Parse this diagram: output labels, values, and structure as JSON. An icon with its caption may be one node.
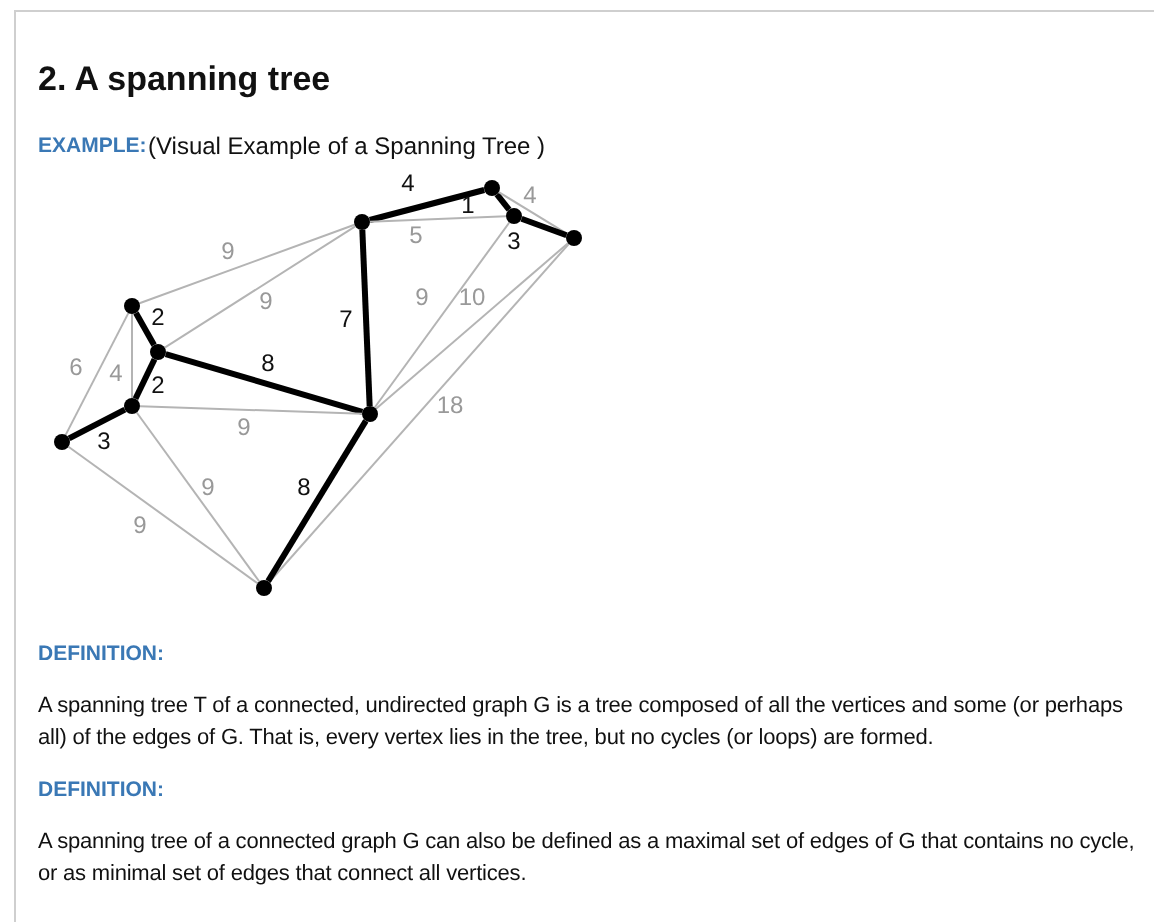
{
  "diagram": {
    "title": "2. A spanning tree",
    "nodes": [
      {
        "text": [],
        "shape": "circle"
      },
      {
        "text": [],
        "shape": "circle"
      },
      {
        "text": [],
        "shape": "circle"
      },
      {
        "text": [],
        "shape": "circle"
      },
      {
        "text": [],
        "shape": "circle"
      },
      {
        "text": [],
        "shape": "circle"
      },
      {
        "text": [],
        "shape": "circle"
      },
      {
        "text": [],
        "shape": "circle"
      },
      {
        "text": [],
        "shape": "circle"
      },
      {
        "text": [],
        "shape": "circle"
      }
    ],
    "edges": [
      {
        "from": 2,
        "to": 0,
        "arrow": "none",
        "label": "4",
        "style": "thick",
        "color": "#000000"
      },
      {
        "from": 0,
        "to": 1,
        "arrow": "none",
        "label": "1",
        "style": "thick",
        "color": "#000000"
      },
      {
        "from": 0,
        "to": 3,
        "arrow": "none",
        "label": "4"
      },
      {
        "from": 2,
        "to": 1,
        "arrow": "none",
        "label": "5"
      },
      {
        "from": 1,
        "to": 3,
        "arrow": "none",
        "label": "3",
        "style": "thick",
        "color": "#000000"
      },
      {
        "from": 4,
        "to": 2,
        "arrow": "none",
        "label": "9"
      },
      {
        "from": 5,
        "to": 2,
        "arrow": "none",
        "label": "9"
      },
      {
        "from": 2,
        "to": 7,
        "arrow": "none",
        "label": "7",
        "style": "thick",
        "color": "#000000"
      },
      {
        "from": 7,
        "to": 1,
        "arrow": "none",
        "label": "9"
      },
      {
        "from": 7,
        "to": 3,
        "arrow": "none",
        "label": "10"
      },
      {
        "from": 4,
        "to": 5,
        "arrow": "none",
        "label": "2",
        "style": "thick",
        "color": "#000000"
      },
      {
        "from": 4,
        "to": 8,
        "arrow": "none",
        "label": "6"
      },
      {
        "from": 4,
        "to": 6,
        "arrow": "none",
        "label": "4"
      },
      {
        "from": 5,
        "to": 7,
        "arrow": "none",
        "label": "8",
        "style": "thick",
        "color": "#000000"
      },
      {
        "from": 5,
        "to": 6,
        "arrow": "none",
        "label": "2",
        "style": "thick",
        "color": "#000000"
      },
      {
        "from": 6,
        "to": 8,
        "arrow": "none",
        "label": "3",
        "style": "thick",
        "color": "#000000"
      },
      {
        "from": 6,
        "to": 7,
        "arrow": "none",
        "label": "9"
      },
      {
        "from": 9,
        "to": 3,
        "arrow": "none",
        "label": "18"
      },
      {
        "from": 7,
        "to": 9,
        "arrow": "none",
        "label": "8",
        "style": "thick",
        "color": "#000000"
      },
      {
        "from": 6,
        "to": 9,
        "arrow": "none",
        "label": "9"
      },
      {
        "from": 8,
        "to": 9,
        "arrow": "none",
        "label": "9"
      }
    ],
    "labels": [
      "EXAMPLE:",
      "(Visual Example of a Spanning Tree )",
      "DEFINITION:",
      "A spanning tree T of a connected, undirected graph G is a tree composed of all the vertices and some (or perhaps all) of the edges of G. That is, every vertex lies in the tree, but no cycles (or loops) are formed.",
      "DEFINITION:",
      "A spanning tree of a connected graph G can also be defined as a maximal set of edges of G that contains no cycle, or as minimal set of edges that connect all vertices."
    ]
  }
}
